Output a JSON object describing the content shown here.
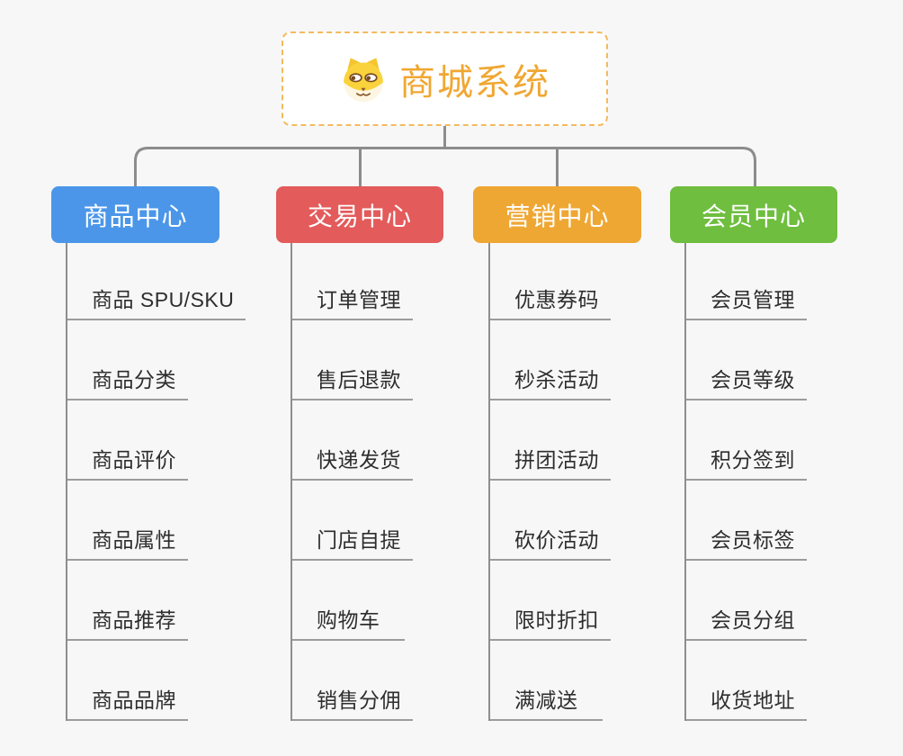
{
  "root": {
    "title": "商城系统",
    "icon": "dog-face-icon"
  },
  "colors": {
    "background": "#F7F7F7",
    "root_accent": "#F0A732",
    "root_border": "#F3BA5F",
    "connector": "#8C8C8C",
    "item_underline": "#9C9C9C",
    "item_text": "#2E2E2E",
    "branch_blue": "#4B96E9",
    "branch_red": "#E35B5B",
    "branch_orange": "#EFA733",
    "branch_green": "#6FBE3F"
  },
  "branches": [
    {
      "label": "商品中心",
      "color": "#4B96E9",
      "items": [
        "商品 SPU/SKU",
        "商品分类",
        "商品评价",
        "商品属性",
        "商品推荐",
        "商品品牌"
      ]
    },
    {
      "label": "交易中心",
      "color": "#E35B5B",
      "items": [
        "订单管理",
        "售后退款",
        "快递发货",
        "门店自提",
        "购物车",
        "销售分佣"
      ]
    },
    {
      "label": "营销中心",
      "color": "#EFA733",
      "items": [
        "优惠券码",
        "秒杀活动",
        "拼团活动",
        "砍价活动",
        "限时折扣",
        "满减送"
      ]
    },
    {
      "label": "会员中心",
      "color": "#6FBE3F",
      "items": [
        "会员管理",
        "会员等级",
        "积分签到",
        "会员标签",
        "会员分组",
        "收货地址"
      ]
    }
  ]
}
